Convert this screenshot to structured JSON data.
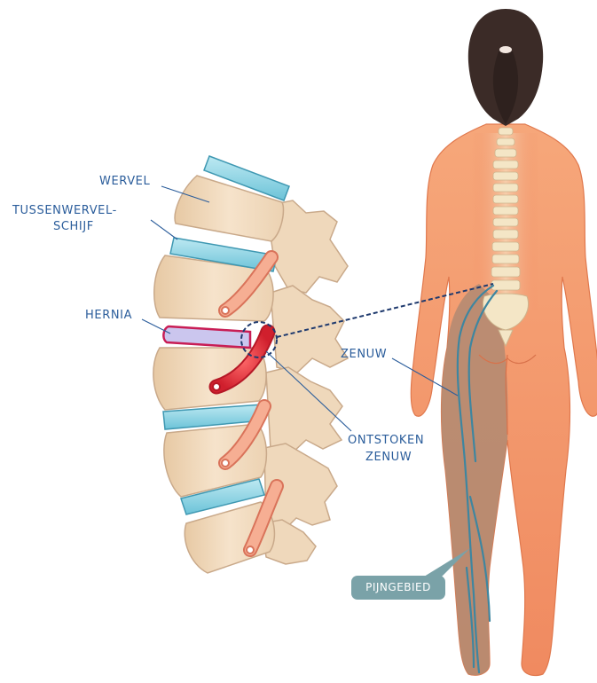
{
  "labels": {
    "wervel": "WERVEL",
    "tussenwervelschijf_line1": "TUSSENWERVEL-",
    "tussenwervelschijf_line2": "SCHIJF",
    "hernia": "HERNIA",
    "zenuw": "ZENUW",
    "ontstoken_line1": "ONTSTOKEN",
    "ontstoken_line2": "ZENUW",
    "pijngebied": "PIJNGEBIED"
  },
  "colors": {
    "label_text": "#2b5d9b",
    "bone": "#f3dcc0",
    "disc": "#8fd3e2",
    "nerve": "#f29e86",
    "inflamed_nerve": "#e0303a",
    "herniated_disc": "#c9c3ea",
    "skin": "#f28c62",
    "hair": "#3a2a26",
    "pain_area": "#b08a72",
    "nerve_path": "#3e86a0",
    "badge": "#7aa2a8"
  }
}
